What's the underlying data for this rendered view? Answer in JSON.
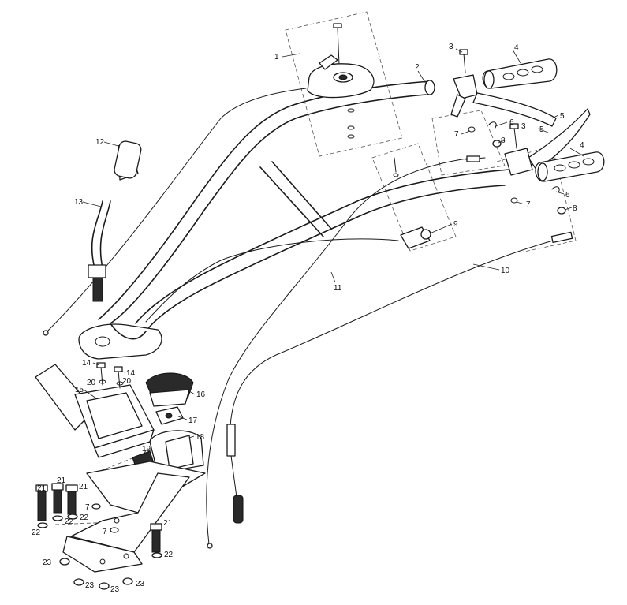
{
  "diagram": {
    "callouts": [
      {
        "id": "c1",
        "label": "1"
      },
      {
        "id": "c2",
        "label": "2"
      },
      {
        "id": "c3a",
        "label": "3"
      },
      {
        "id": "c3b",
        "label": "3"
      },
      {
        "id": "c4a",
        "label": "4"
      },
      {
        "id": "c4b",
        "label": "4"
      },
      {
        "id": "c5a",
        "label": "5"
      },
      {
        "id": "c5b",
        "label": "5"
      },
      {
        "id": "c6a",
        "label": "6"
      },
      {
        "id": "c6b",
        "label": "6"
      },
      {
        "id": "c7a",
        "label": "7"
      },
      {
        "id": "c7b",
        "label": "7"
      },
      {
        "id": "c7c",
        "label": "7"
      },
      {
        "id": "c7d",
        "label": "7"
      },
      {
        "id": "c8a",
        "label": "8"
      },
      {
        "id": "c8b",
        "label": "8"
      },
      {
        "id": "c9",
        "label": "9"
      },
      {
        "id": "c10",
        "label": "10"
      },
      {
        "id": "c11",
        "label": "11"
      },
      {
        "id": "c12",
        "label": "12"
      },
      {
        "id": "c13",
        "label": "13"
      },
      {
        "id": "c14a",
        "label": "14"
      },
      {
        "id": "c14b",
        "label": "14"
      },
      {
        "id": "c15",
        "label": "15"
      },
      {
        "id": "c16",
        "label": "16"
      },
      {
        "id": "c17",
        "label": "17"
      },
      {
        "id": "c18",
        "label": "18"
      },
      {
        "id": "c19",
        "label": "19"
      },
      {
        "id": "c20a",
        "label": "20"
      },
      {
        "id": "c20b",
        "label": "20"
      },
      {
        "id": "c21a",
        "label": "21"
      },
      {
        "id": "c21b",
        "label": "21"
      },
      {
        "id": "c21c",
        "label": "21"
      },
      {
        "id": "c21d",
        "label": "21"
      },
      {
        "id": "c22a",
        "label": "22"
      },
      {
        "id": "c22b",
        "label": "22"
      },
      {
        "id": "c22c",
        "label": "22"
      },
      {
        "id": "c22d",
        "label": "22"
      },
      {
        "id": "c23a",
        "label": "23"
      },
      {
        "id": "c23b",
        "label": "23"
      },
      {
        "id": "c23c",
        "label": "23"
      },
      {
        "id": "c23d",
        "label": "23"
      }
    ]
  }
}
